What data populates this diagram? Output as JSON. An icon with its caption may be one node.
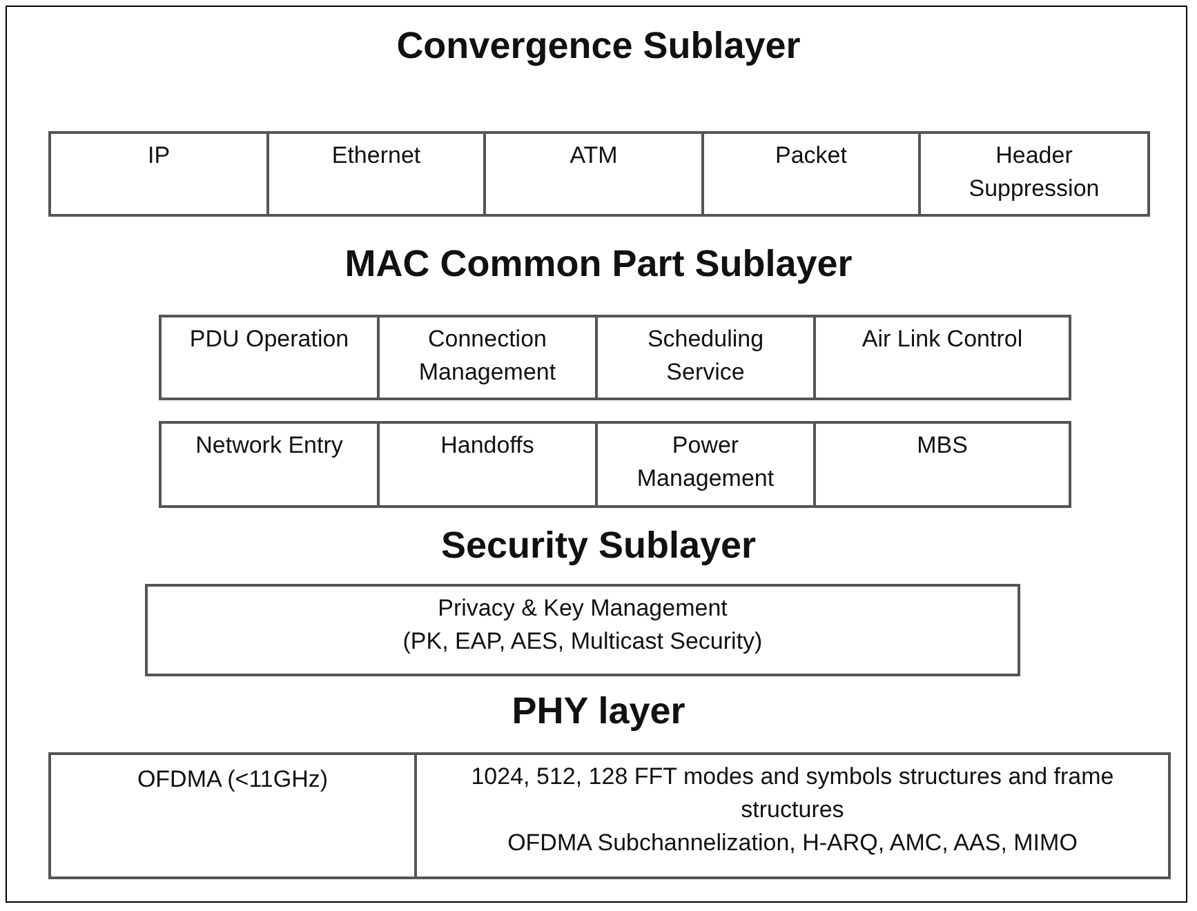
{
  "diagram": {
    "nodes": [
      {
        "text": [
          "IP"
        ]
      },
      {
        "text": [
          "Ethernet"
        ]
      },
      {
        "text": [
          "ATM"
        ]
      },
      {
        "text": [
          "Packet"
        ]
      },
      {
        "text": [
          "Header Suppression"
        ]
      },
      {
        "text": [
          "PDU Operation"
        ]
      },
      {
        "text": [
          "Connection Management"
        ]
      },
      {
        "text": [
          "Scheduling Service"
        ]
      },
      {
        "text": [
          "Air Link Control"
        ]
      },
      {
        "text": [
          "Network Entry"
        ]
      },
      {
        "text": [
          "Handoffs"
        ]
      },
      {
        "text": [
          "Power Management"
        ]
      },
      {
        "text": [
          "MBS"
        ]
      },
      {
        "text": [
          "Privacy & Key Management",
          "(PK, EAP, AES, Multicast Security)"
        ]
      },
      {
        "text": [
          "OFDMA (<11GHz)"
        ]
      },
      {
        "text": [
          "1024, 512, 128 FFT modes and symbols structures and frame structures",
          "OFDMA Subchannelization, H-ARQ, AMC, AAS, MIMO"
        ]
      }
    ],
    "labels": [
      "Convergence Sublayer",
      "MAC Common Part Sublayer",
      "Security Sublayer",
      "PHY layer"
    ]
  }
}
